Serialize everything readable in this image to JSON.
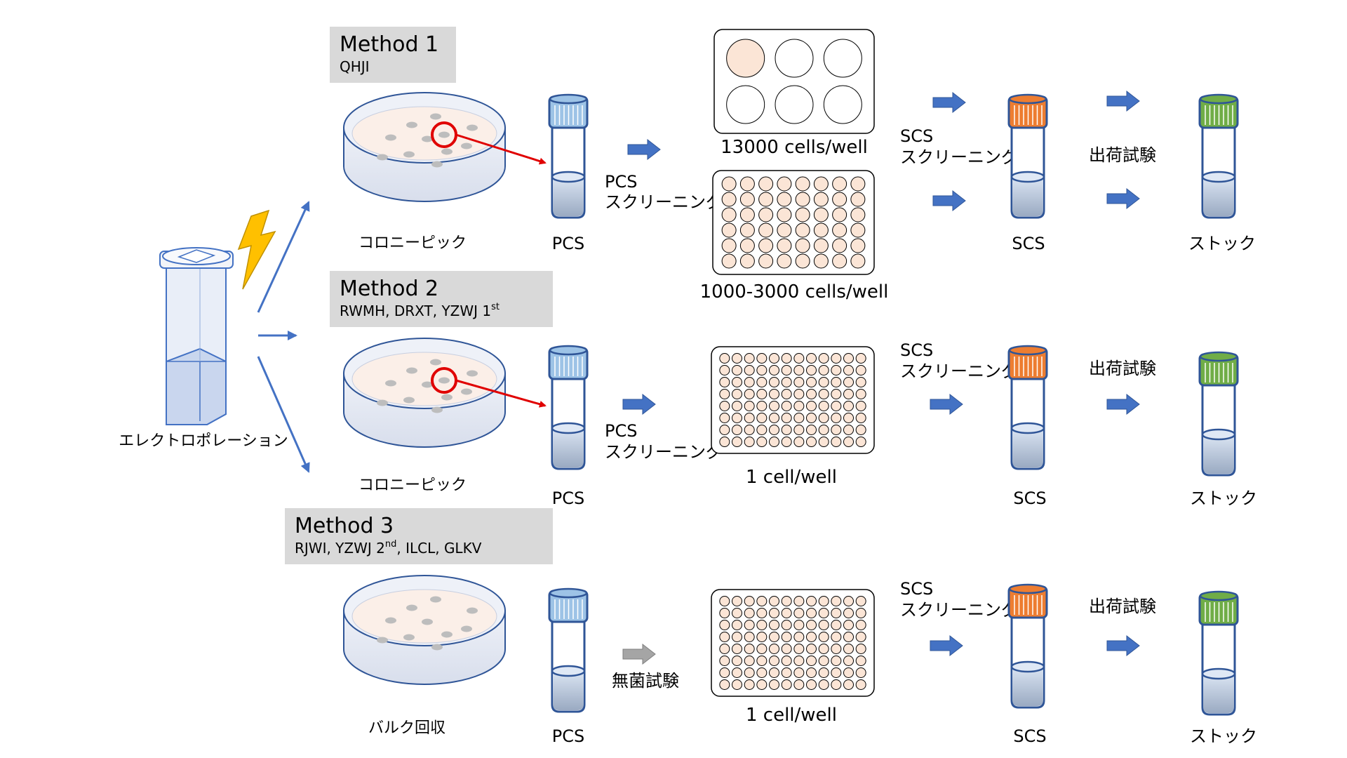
{
  "colors": {
    "arrow_blue": "#4472C4",
    "arrow_gray": "#A5A5A5",
    "method_box": "#D9D9D9",
    "pcs_cap": "#9DC3E6",
    "scs_cap": "#ED7D31",
    "stock_cap": "#70AD47",
    "vial_outline": "#2F5597",
    "liquid": "#B4C7E7",
    "lightning": "#FFC000",
    "pick_circle": "#E00000",
    "dish_fill": "#FBEFE8",
    "well_fill": "#FBE5D6"
  },
  "start": {
    "label": "エレクトロポレーション",
    "lightning_icon": "lightning-icon"
  },
  "methods": [
    {
      "title": "Method 1",
      "samples_text": "QHJI",
      "samples_sup": "",
      "dish_label": "コロニーピック",
      "pcs_label": "PCS",
      "step1_line1": "PCS",
      "step1_line2": "スクリーニング",
      "plate_labels": [
        "13000 cells/well",
        "1000-3000 cells/well"
      ],
      "scs_step_line1": "SCS",
      "scs_step_line2": "スクリーニング",
      "scs_label": "SCS",
      "ship_label": "出荷試験",
      "stock_label": "ストック"
    },
    {
      "title": "Method 2",
      "samples_text": "RWMH, DRXT, YZWJ 1",
      "samples_sup": "st",
      "dish_label": "コロニーピック",
      "pcs_label": "PCS",
      "step1_line1": "PCS",
      "step1_line2": "スクリーニング",
      "plate_labels": [
        "1 cell/well"
      ],
      "scs_step_line1": "SCS",
      "scs_step_line2": "スクリーニング",
      "scs_label": "SCS",
      "ship_label": "出荷試験",
      "stock_label": "ストック"
    },
    {
      "title": "Method 3",
      "samples_text": "RJWI, YZWJ 2",
      "samples_sup": "nd",
      "samples_tail": ", ILCL, GLKV",
      "dish_label": "バルク回収",
      "pcs_label": "PCS",
      "step1_line1": "無菌試験",
      "plate_labels": [
        "1 cell/well"
      ],
      "scs_step_line1": "SCS",
      "scs_step_line2": "スクリーニング",
      "scs_label": "SCS",
      "ship_label": "出荷試験",
      "stock_label": "ストック"
    }
  ]
}
